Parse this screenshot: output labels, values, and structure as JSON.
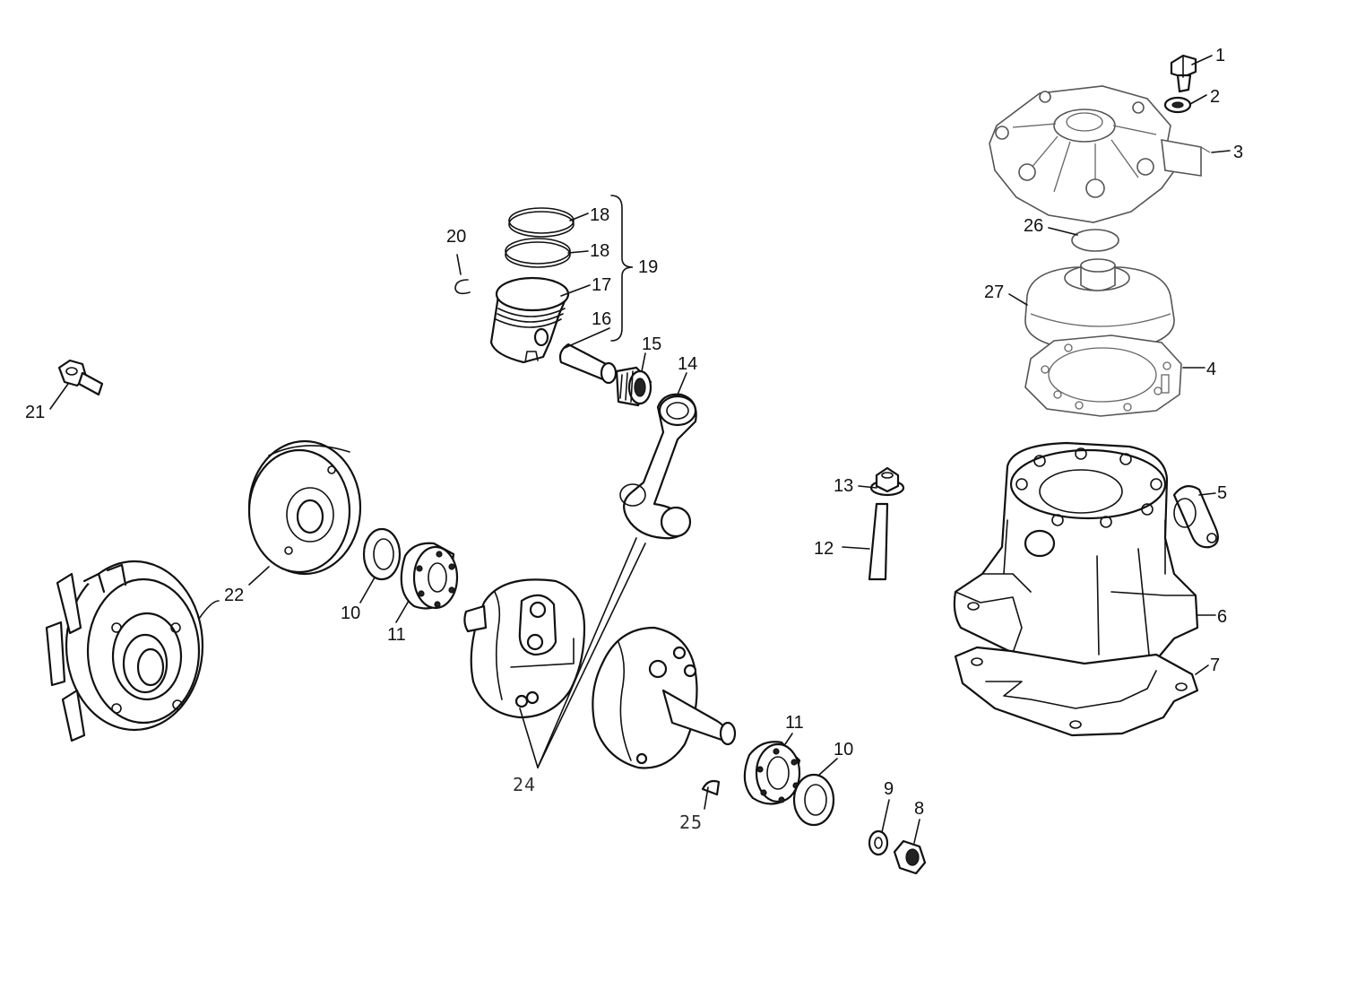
{
  "callouts": {
    "c1": "1",
    "c2": "2",
    "c3": "3",
    "c4": "4",
    "c5": "5",
    "c6": "6",
    "c7": "7",
    "c8": "8",
    "c9": "9",
    "c10a": "10",
    "c10b": "10",
    "c11a": "11",
    "c11b": "11",
    "c12": "12",
    "c13": "13",
    "c14": "14",
    "c15": "15",
    "c16": "16",
    "c17": "17",
    "c18a": "18",
    "c18b": "18",
    "c19": "19",
    "c20": "20",
    "c21": "21",
    "c22": "22",
    "c24": "24",
    "c25": "25",
    "c26": "26",
    "c27": "27"
  }
}
